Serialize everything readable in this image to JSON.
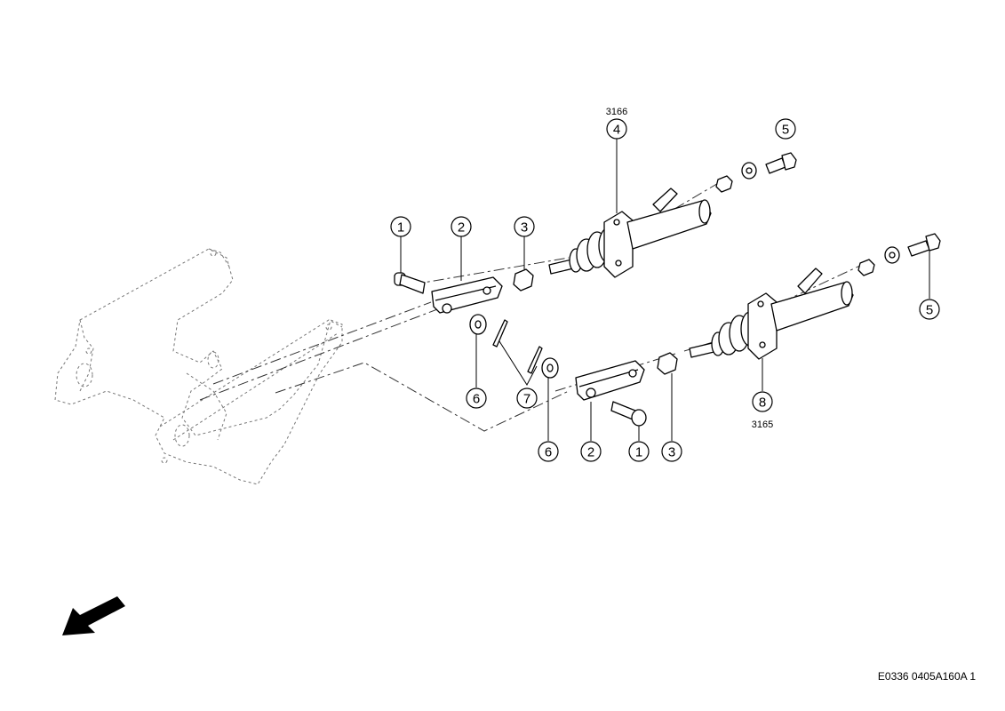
{
  "drawing": {
    "id": "E0336 0405A160A 1",
    "references": {
      "upper_cylinder": "3166",
      "lower_cylinder": "3165"
    },
    "callouts": {
      "c1a": "1",
      "c2a": "2",
      "c3a": "3",
      "c4": "4",
      "c5a": "5",
      "c5b": "5",
      "c6a": "6",
      "c7": "7",
      "c6b": "6",
      "c2b": "2",
      "c1b": "1",
      "c3b": "3",
      "c8": "8"
    }
  }
}
